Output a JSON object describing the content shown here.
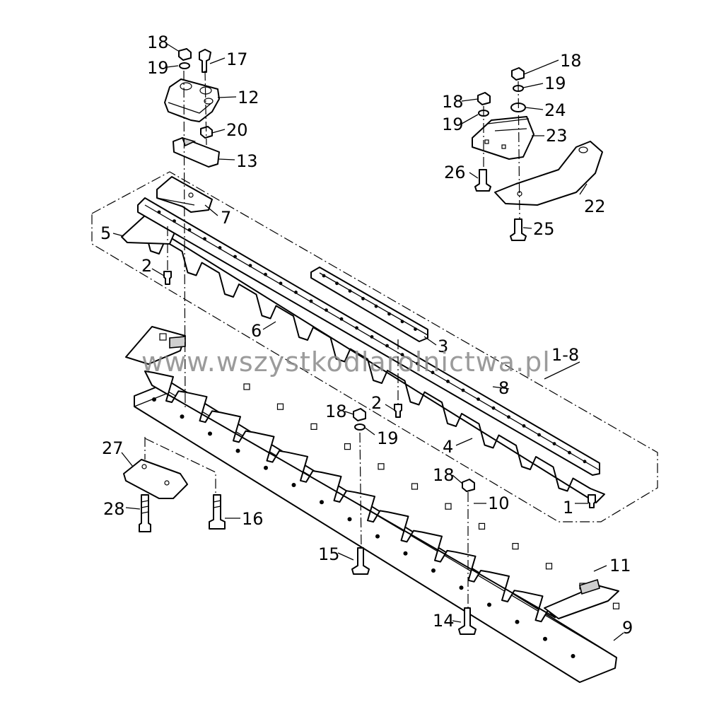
{
  "diagram": {
    "watermark": "www.wszystkodlarolnictwa.pl",
    "callouts": {
      "c1": "1",
      "c1_8": "1-8",
      "c2a": "2",
      "c2b": "2",
      "c3": "3",
      "c4": "4",
      "c5": "5",
      "c6": "6",
      "c7": "7",
      "c8": "8",
      "c9": "9",
      "c10": "10",
      "c11": "11",
      "c12": "12",
      "c13": "13",
      "c14": "14",
      "c15": "15",
      "c16": "16",
      "c17": "17",
      "c18a": "18",
      "c18b": "18",
      "c18c": "18",
      "c18d": "18",
      "c18e": "18",
      "c19a": "19",
      "c19b": "19",
      "c19c": "19",
      "c19d": "19",
      "c20": "20",
      "c22": "22",
      "c23": "23",
      "c24": "24",
      "c25": "25",
      "c26": "26",
      "c27": "27",
      "c28": "28"
    }
  }
}
